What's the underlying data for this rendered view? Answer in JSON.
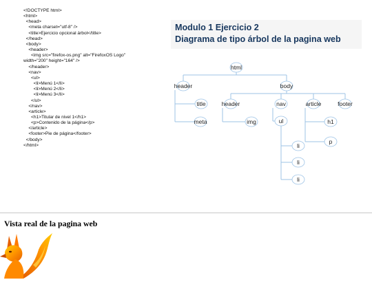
{
  "source_code": {
    "lines": [
      "<!DOCTYPE html>",
      "<html>",
      "  <head>",
      "    <meta charset=\"utf-8\" />",
      "    <title>Ejercicio opcional árbol</title>",
      "  </head>",
      "  <body>",
      "    <header>",
      "      <img src=\"firefox-os.png\" alt=\"FirefoxOS Logo\"",
      "width=\"200\" height=\"164\" />",
      "    </header>",
      "    <nav>",
      "      <ul>",
      "        <li>Menú 1</li>",
      "        <li>Menú 2</li>",
      "        <li>Menú 3</li>",
      "      </ul>",
      "    </nav>",
      "    <article>",
      "      <h1>Titular de nivel 1</h1>",
      "      <p>Contenido de la página</p>",
      "    </article>",
      "    <footer>Pie de página</footer>",
      "  </body>",
      "</html>"
    ]
  },
  "heading": {
    "line1": "Modulo 1 Ejercicio 2",
    "line2": "Diagrama de tipo árbol de la pagina web",
    "color": "#17375e",
    "background": "#f5f5f5"
  },
  "tree": {
    "nodes": [
      {
        "id": "html",
        "label": "html"
      },
      {
        "id": "head",
        "label": "header"
      },
      {
        "id": "body",
        "label": "body"
      },
      {
        "id": "title",
        "label": "title"
      },
      {
        "id": "meta",
        "label": "meta"
      },
      {
        "id": "header",
        "label": "header"
      },
      {
        "id": "img",
        "label": "img"
      },
      {
        "id": "nav",
        "label": "nav"
      },
      {
        "id": "ul",
        "label": "ul"
      },
      {
        "id": "li1",
        "label": "li"
      },
      {
        "id": "li2",
        "label": "li"
      },
      {
        "id": "li3",
        "label": "li"
      },
      {
        "id": "article",
        "label": "article"
      },
      {
        "id": "h1",
        "label": "h1"
      },
      {
        "id": "p",
        "label": "p"
      },
      {
        "id": "footer",
        "label": "footer"
      }
    ],
    "edges": [
      [
        "html",
        "head"
      ],
      [
        "html",
        "body"
      ],
      [
        "head",
        "title"
      ],
      [
        "head",
        "meta"
      ],
      [
        "body",
        "header"
      ],
      [
        "body",
        "nav"
      ],
      [
        "body",
        "article"
      ],
      [
        "body",
        "footer"
      ],
      [
        "header",
        "img"
      ],
      [
        "nav",
        "ul"
      ],
      [
        "ul",
        "li1"
      ],
      [
        "ul",
        "li2"
      ],
      [
        "ul",
        "li3"
      ],
      [
        "article",
        "h1"
      ],
      [
        "article",
        "p"
      ]
    ],
    "line_color": "#9dc3e6"
  },
  "render_section": {
    "title": "Vista real de la pagina web"
  },
  "logo": {
    "icon": "firefox-os-logo",
    "colors": [
      "#e66000",
      "#ff9500",
      "#ffcb00"
    ]
  }
}
